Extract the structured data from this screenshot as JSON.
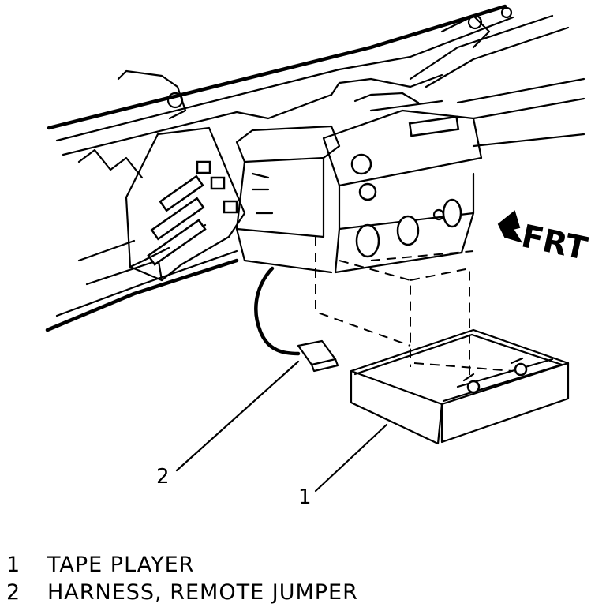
{
  "direction_label": "FRT",
  "callouts": [
    {
      "number": "2",
      "part": "HARNESS, REMOTE JUMPER"
    },
    {
      "number": "1",
      "part": "TAPE PLAYER"
    }
  ],
  "legend": [
    {
      "number": "1",
      "text": "TAPE PLAYER"
    },
    {
      "number": "2",
      "text": "HARNESS, REMOTE JUMPER"
    }
  ]
}
